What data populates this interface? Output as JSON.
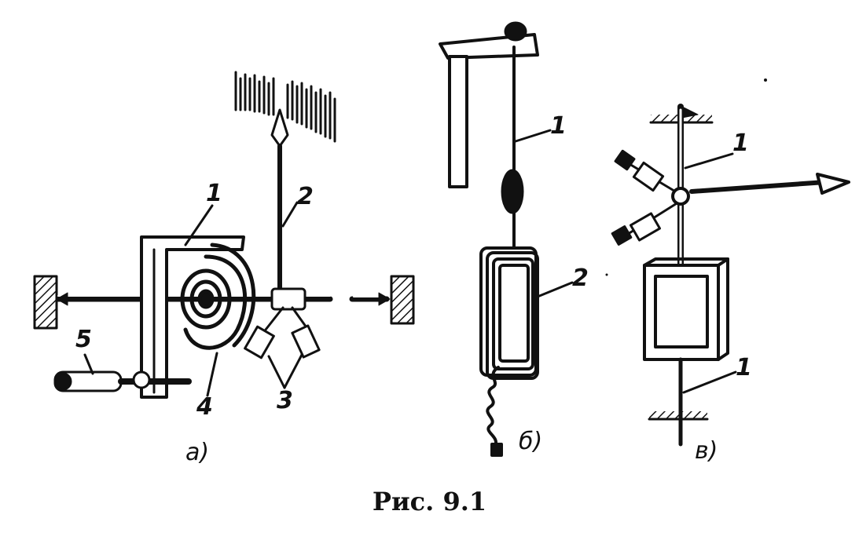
{
  "caption": "Рис. 9.1",
  "panel_a": {
    "sublabel": "а)",
    "labels": [
      "1",
      "2",
      "3",
      "4",
      "5"
    ]
  },
  "panel_b": {
    "sublabel": "б)",
    "labels": [
      "1",
      "2"
    ]
  },
  "panel_v": {
    "sublabel": "в)",
    "labels": [
      "1",
      "1"
    ]
  }
}
